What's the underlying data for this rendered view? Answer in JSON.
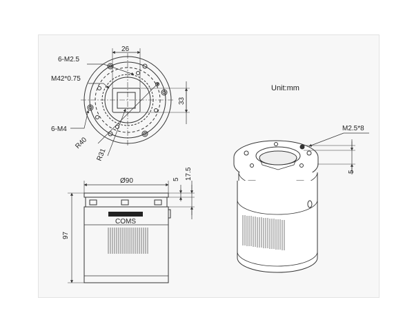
{
  "unit_label": "Unit:mm",
  "front_view": {
    "dim_width_top": "26",
    "dim_height_right": "33",
    "callout_m25": "6-M2.5",
    "callout_m42": "M42*0.75",
    "callout_m4": "6-M4",
    "radius_outer": "R40",
    "radius_inner": "R31"
  },
  "side_view": {
    "diameter": "Ø90",
    "height_total": "97",
    "dim_5": "5",
    "dim_17_5": "17.5",
    "sensor_label": "COMS"
  },
  "iso_view": {
    "callout_m25_8": "M2.5*8",
    "dim_5": "5"
  },
  "colors": {
    "line": "#333333",
    "sheet": "#f7f7f7",
    "fin": "#555555",
    "band": "#222222"
  }
}
